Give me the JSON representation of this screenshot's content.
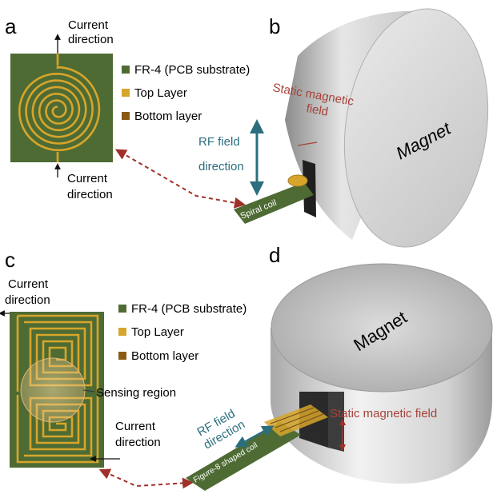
{
  "panels": {
    "a": {
      "label": "a",
      "current_top": [
        "Current",
        "direction"
      ],
      "current_bottom": [
        "Current",
        "direction"
      ],
      "legend": [
        "FR-4 (PCB substrate)",
        "Top Layer",
        "Bottom layer"
      ]
    },
    "b": {
      "label": "b",
      "static_field": [
        "Static magnetic",
        "field"
      ],
      "rf_field": [
        "RF field",
        "direction"
      ],
      "coil_label": "Spiral coil",
      "magnet_label": "Magnet"
    },
    "c": {
      "label": "c",
      "current_top": [
        "Current",
        "direction"
      ],
      "current_bottom": [
        "Current",
        "direction"
      ],
      "legend": [
        "FR-4 (PCB substrate)",
        "Top Layer",
        "Bottom layer"
      ],
      "sensing_region": "Sensing region"
    },
    "d": {
      "label": "d",
      "magnet_label": "Magnet",
      "rf_field": [
        "RF field",
        "direction"
      ],
      "static_field": "Static magnetic field",
      "coil_label": "Figure-8 shaped coil"
    }
  },
  "colors": {
    "substrate": "#4e6b34",
    "top_layer": "#d7a52b",
    "bottom_layer": "#8a5a12",
    "rf_arrow": "#2b6e7e",
    "static_field_text": "#a8423a",
    "dashed_arrow": "#a0302a"
  }
}
